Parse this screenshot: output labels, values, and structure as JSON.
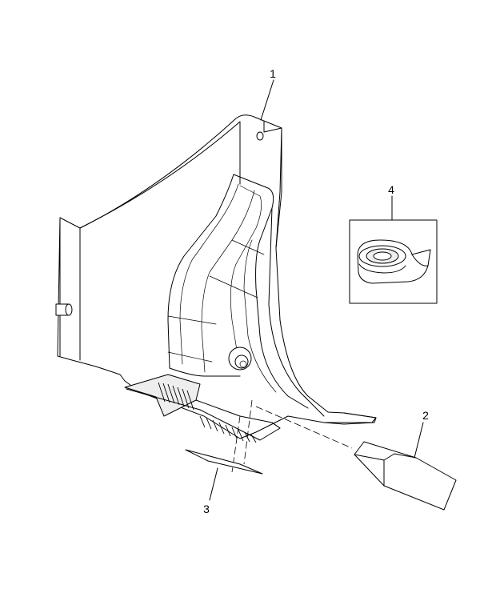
{
  "callouts": [
    {
      "label": "1"
    },
    {
      "label": "2"
    },
    {
      "label": "3"
    },
    {
      "label": "4"
    }
  ],
  "parts": {
    "panel": "trim-panel",
    "pad": "foam-pad",
    "gasket": "flat-gasket",
    "tape_roll": "adhesive-tape-roll"
  },
  "colors": {
    "line": "#000000",
    "background": "#ffffff"
  }
}
